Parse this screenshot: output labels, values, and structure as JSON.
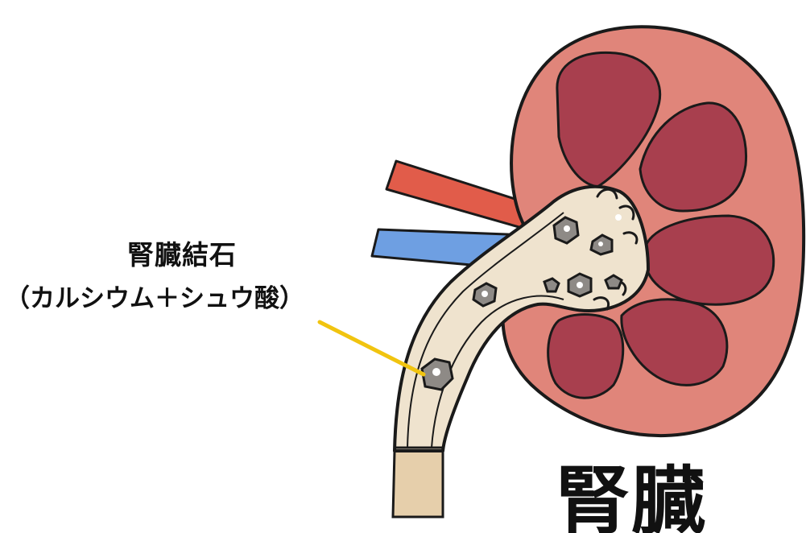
{
  "labels": {
    "stone_name": "腎臓結石",
    "stone_composition": "（カルシウム＋シュウ酸）",
    "organ_title": "腎臓"
  },
  "colors": {
    "kidney_cortex": "#E0857A",
    "kidney_pyramid": "#A83F4E",
    "pelvis_ureter": "#EFE3CE",
    "ureter_lower": "#E6CFAB",
    "artery": "#E15C4A",
    "vein": "#6E9FE2",
    "pointer": "#F1C40F",
    "stone": "#8E8A86"
  }
}
